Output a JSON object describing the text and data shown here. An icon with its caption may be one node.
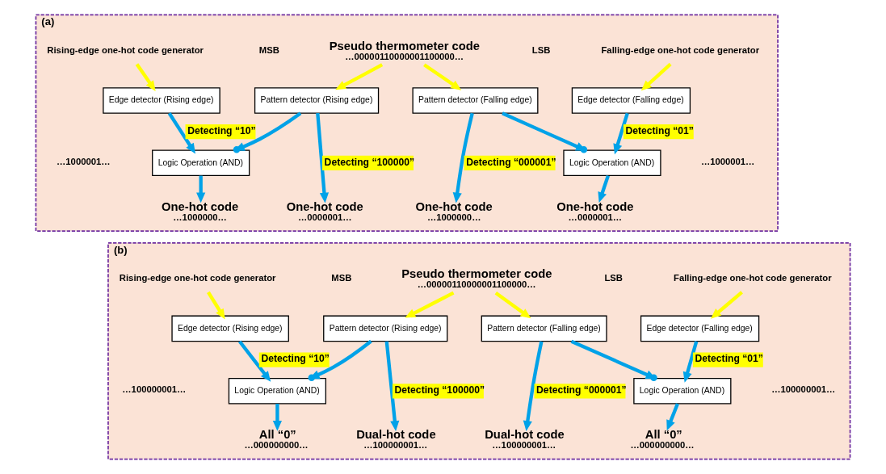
{
  "diagram": {
    "nodes": [
      {
        "text": [
          "(a)"
        ]
      },
      {
        "text": [
          "Rising-edge one-hot code generator"
        ],
        "in": 0
      },
      {
        "text": [
          "Pseudo thermometer code",
          "…00000110000001100000…"
        ],
        "in": 0
      },
      {
        "text": [
          "Falling-edge one-hot code generator"
        ],
        "in": 0
      },
      {
        "text": [
          "Edge detector (Rising edge)"
        ],
        "in": 0
      },
      {
        "text": [
          "Pattern detector (Rising edge)"
        ],
        "in": 0
      },
      {
        "text": [
          "Pattern detector (Falling edge)"
        ],
        "in": 0
      },
      {
        "text": [
          "Edge detector (Falling edge)"
        ],
        "in": 0
      },
      {
        "text": [
          "Logic Operation (AND)"
        ],
        "in": 0
      },
      {
        "text": [
          "Logic Operation (AND)"
        ],
        "in": 0
      },
      {
        "text": [
          "One-hot code",
          "…1000000…"
        ],
        "in": 0
      },
      {
        "text": [
          "One-hot code",
          "…0000001…"
        ],
        "in": 0
      },
      {
        "text": [
          "One-hot code",
          "…1000000…"
        ],
        "in": 0
      },
      {
        "text": [
          "One-hot code",
          "…0000001…"
        ],
        "in": 0
      },
      {
        "text": [
          "(b)"
        ]
      },
      {
        "text": [
          "Rising-edge one-hot code generator"
        ],
        "in": 14
      },
      {
        "text": [
          "Pseudo thermometer code",
          "…00000110000001100000…"
        ],
        "in": 14
      },
      {
        "text": [
          "Falling-edge one-hot code generator"
        ],
        "in": 14
      },
      {
        "text": [
          "Edge detector (Rising edge)"
        ],
        "in": 14
      },
      {
        "text": [
          "Pattern detector (Rising edge)"
        ],
        "in": 14
      },
      {
        "text": [
          "Pattern detector (Falling edge)"
        ],
        "in": 14
      },
      {
        "text": [
          "Edge detector (Falling edge)"
        ],
        "in": 14
      },
      {
        "text": [
          "Logic Operation (AND)"
        ],
        "in": 14
      },
      {
        "text": [
          "Logic Operation (AND)"
        ],
        "in": 14
      },
      {
        "text": [
          "All “0”",
          "…000000000…"
        ],
        "in": 14
      },
      {
        "text": [
          "Dual-hot code",
          "…100000001…"
        ],
        "in": 14
      },
      {
        "text": [
          "Dual-hot code",
          "…100000001…"
        ],
        "in": 14
      },
      {
        "text": [
          "All “0”",
          "…000000000…"
        ],
        "in": 14
      }
    ],
    "edges": [
      {
        "from": 1,
        "to": 4,
        "arrow": "to",
        "color": "#ffff00"
      },
      {
        "from": 2,
        "to": 5,
        "arrow": "to",
        "color": "#ffff00"
      },
      {
        "from": 2,
        "to": 6,
        "arrow": "to",
        "color": "#ffff00"
      },
      {
        "from": 3,
        "to": 7,
        "arrow": "to",
        "color": "#ffff00"
      },
      {
        "from": 4,
        "to": 8,
        "arrow": "to",
        "label": "Detecting “10”"
      },
      {
        "from": 5,
        "to": 11,
        "arrow": "to",
        "label": "Detecting “100000”"
      },
      {
        "from": 5,
        "to": 8,
        "arrow": "to"
      },
      {
        "from": 8,
        "to": 10,
        "arrow": "to"
      },
      {
        "from": 6,
        "to": 12,
        "arrow": "to",
        "label": "Detecting “000001”"
      },
      {
        "from": 6,
        "to": 9,
        "arrow": "to"
      },
      {
        "from": 7,
        "to": 9,
        "arrow": "to",
        "label": "Detecting “01”"
      },
      {
        "from": 9,
        "to": 13,
        "arrow": "to"
      },
      {
        "from": 15,
        "to": 18,
        "arrow": "to",
        "color": "#ffff00"
      },
      {
        "from": 16,
        "to": 19,
        "arrow": "to",
        "color": "#ffff00"
      },
      {
        "from": 16,
        "to": 20,
        "arrow": "to",
        "color": "#ffff00"
      },
      {
        "from": 17,
        "to": 21,
        "arrow": "to",
        "color": "#ffff00"
      },
      {
        "from": 18,
        "to": 22,
        "arrow": "to",
        "label": "Detecting “10”"
      },
      {
        "from": 19,
        "to": 25,
        "arrow": "to",
        "label": "Detecting “100000”"
      },
      {
        "from": 19,
        "to": 22,
        "arrow": "to"
      },
      {
        "from": 22,
        "to": 24,
        "arrow": "to"
      },
      {
        "from": 20,
        "to": 26,
        "arrow": "to",
        "label": "Detecting “000001”"
      },
      {
        "from": 20,
        "to": 23,
        "arrow": "to"
      },
      {
        "from": 21,
        "to": 23,
        "arrow": "to",
        "label": "Detecting “01”"
      },
      {
        "from": 23,
        "to": 27,
        "arrow": "to"
      }
    ],
    "labels": [
      "MSB",
      "LSB",
      "…1000001…",
      "…1000001…",
      "MSB",
      "LSB",
      "…100000001…",
      "…100000001…"
    ]
  }
}
